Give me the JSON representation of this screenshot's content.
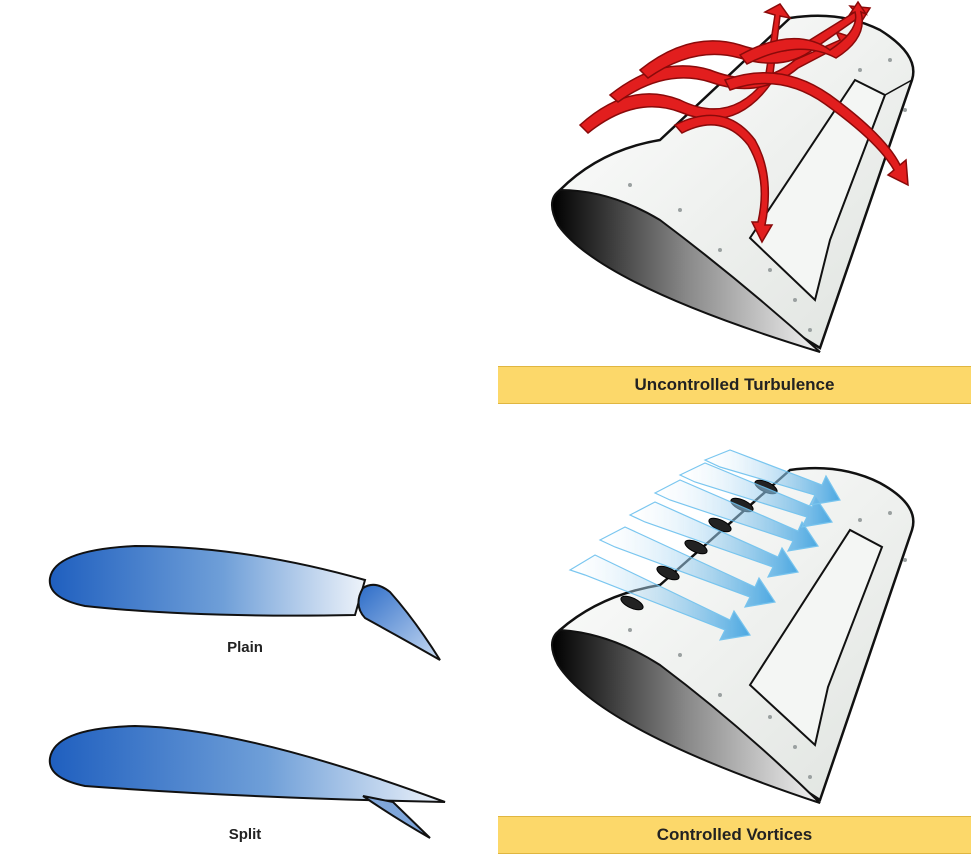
{
  "captions": {
    "top": "Uncontrolled Turbulence",
    "bottom": "Controlled Vortices"
  },
  "airfoils": {
    "plain": "Plain",
    "split": "Split"
  },
  "colors": {
    "caption_bg": "#fcd86a",
    "airfoil_blue": "#2f6fc4",
    "turbulence_red": "#e21e1e",
    "vortex_blue": "#5ab4e6"
  }
}
